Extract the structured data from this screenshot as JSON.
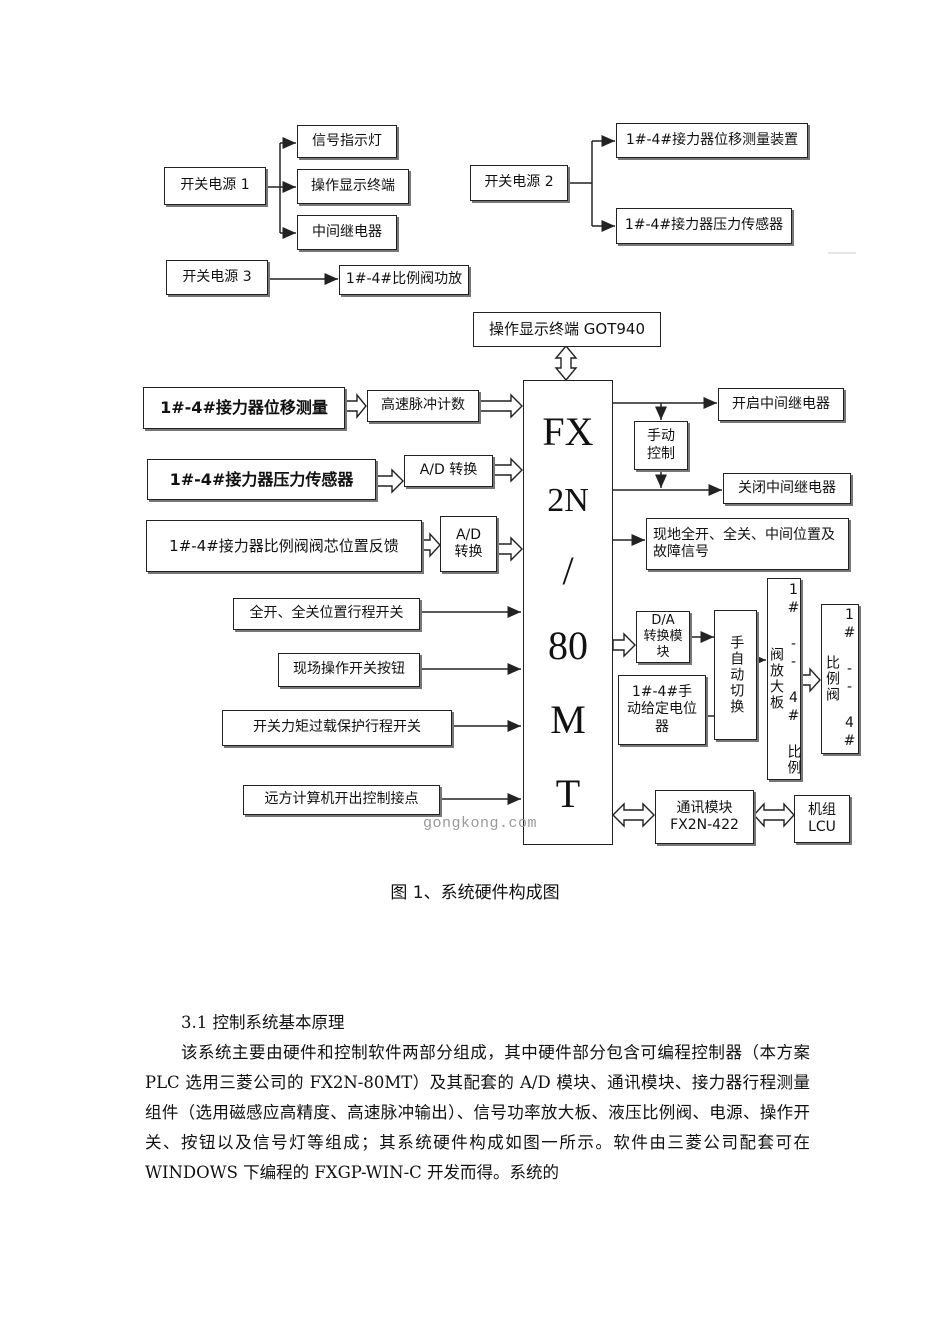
{
  "figure": {
    "top": {
      "psu1": "开关电源 1",
      "psu1_outputs": [
        "信号指示灯",
        "操作显示终端",
        "中间继电器"
      ],
      "psu2": "开关电源 2",
      "psu2_outputs": [
        "1#-4#接力器位移测量装置",
        "1#-4#接力器压力传感器"
      ],
      "psu3": "开关电源 3",
      "psu3_output": "1#-4#比例阀功放"
    },
    "got": "操作显示终端 GOT940",
    "plc_lines": [
      "FX",
      "2N",
      "/",
      "80",
      "M",
      "T"
    ],
    "inputs": {
      "displacement": "1#-4#接力器位移测量",
      "hs_counter": "高速脉冲计数",
      "pressure": "1#-4#接力器压力传感器",
      "ad1": "A/D 转换",
      "spool": "1#-4#接力器比例阀阀芯位置反馈",
      "ad2": "A/D 转换",
      "limit_switch": "全开、全关位置行程开关",
      "local_button": "现场操作开关按钮",
      "torque_switch": "开关力矩过载保护行程开关",
      "remote_contact": "远方计算机开出控制接点"
    },
    "outputs": {
      "open_relay": "开启中间继电器",
      "manual_ctrl": "手动 控制",
      "close_relay": "关闭中间继电器",
      "signals": "现地全开、全关、中间位置及故障信号",
      "da_module": "D/A 转换模块",
      "auto_switch": "手自动切换",
      "amp_board": "1# -- 4# 比例阀放大板",
      "prop_valve": "1# -- 4# 比例阀",
      "manual_pot": "1#-4#手动给定电位器",
      "comm_module": "通讯模块 FX2N-422",
      "lcu": "机组 LCU"
    },
    "watermark": "gongkong.com",
    "caption": "图 1、系统硬件构成图"
  },
  "text": {
    "heading": "3.1 控制系统基本原理",
    "paragraph": "该系统主要由硬件和控制软件两部分组成，其中硬件部分包含可编程控制器（本方案 PLC 选用三菱公司的 FX2N-80MT）及其配套的 A/D 模块、通讯模块、接力器行程测量组件（选用磁感应高精度、高速脉冲输出）、信号功率放大板、液压比例阀、电源、操作开关、按钮以及信号灯等组成；其系统硬件构成如图一所示。软件由三菱公司配套可在 WINDOWS 下编程的 FXGP-WIN-C 开发而得。系统的"
  }
}
